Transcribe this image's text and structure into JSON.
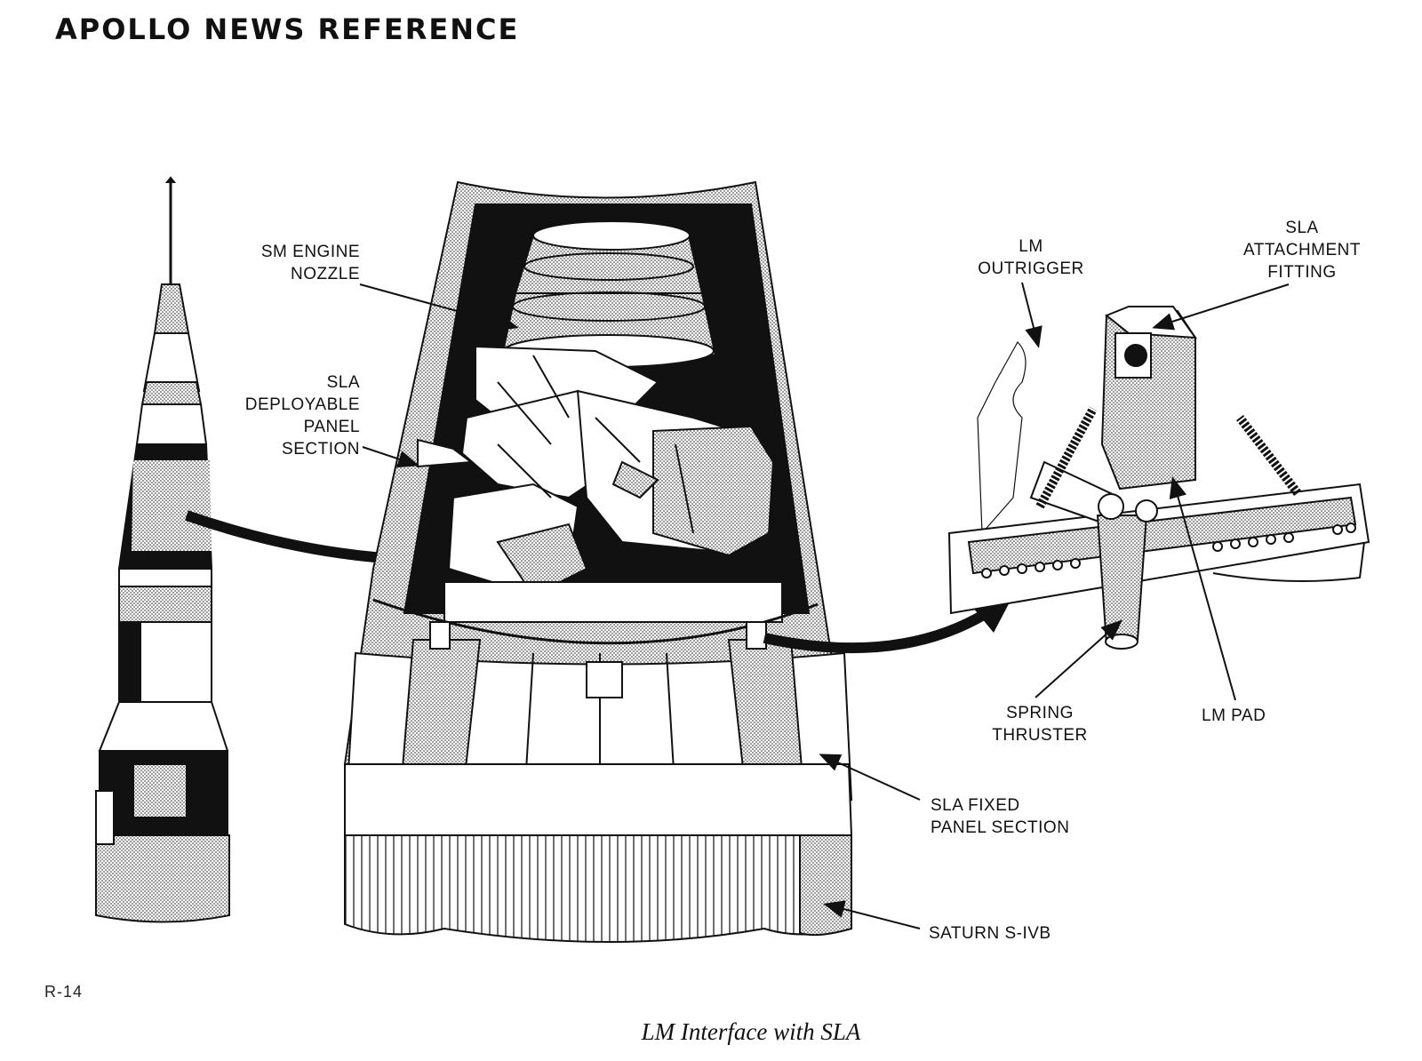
{
  "header": {
    "title": "APOLLO NEWS REFERENCE"
  },
  "labels": {
    "sm_engine_nozzle": "SM ENGINE\nNOZZLE",
    "sla_deployable": "SLA\nDEPLOYABLE\nPANEL\nSECTION",
    "lm_outrigger": "LM\nOUTRIGGER",
    "sla_attachment": "SLA\nATTACHMENT\nFITTING",
    "spring_thruster": "SPRING\nTHRUSTER",
    "lm_pad": "LM PAD",
    "sla_fixed": "SLA FIXED\nPANEL SECTION",
    "saturn_sivb": "SATURN S-IVB"
  },
  "footer": {
    "page_number": "R-14",
    "caption": "LM Interface with SLA"
  },
  "colors": {
    "ink": "#111111",
    "paper": "#ffffff",
    "shade": "#8a8a8a"
  }
}
